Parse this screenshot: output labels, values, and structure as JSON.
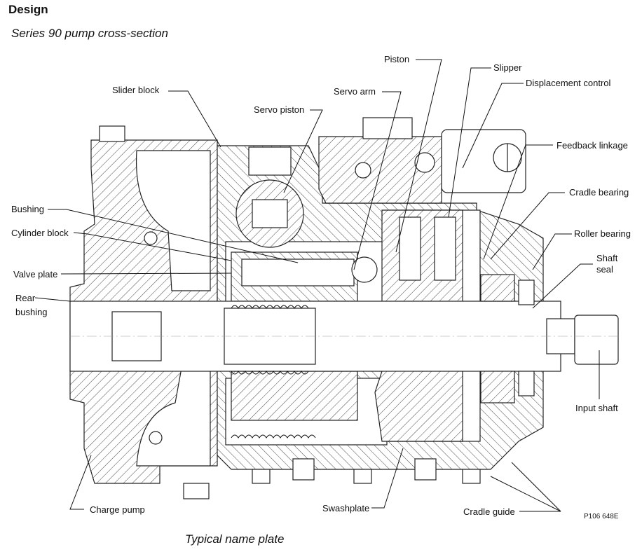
{
  "header": {
    "title": "Design",
    "subtitle": "Series 90 pump cross-section"
  },
  "footer": {
    "caption": "Typical name plate",
    "figure_code": "P106 648E"
  },
  "labels": {
    "slider_block": "Slider block",
    "servo_piston": "Servo piston",
    "servo_arm": "Servo arm",
    "piston": "Piston",
    "slipper": "Slipper",
    "displacement_control": "Displacement control",
    "feedback_linkage": "Feedback linkage",
    "cradle_bearing": "Cradle bearing",
    "roller_bearing": "Roller bearing",
    "shaft_seal": "Shaft\nseal",
    "input_shaft": "Input shaft",
    "bushing": "Bushing",
    "cylinder_block": "Cylinder block",
    "valve_plate": "Valve plate",
    "rear_bushing": "Rear\nbushing",
    "charge_pump": "Charge pump",
    "swashplate": "Swashplate",
    "cradle_guide": "Cradle guide"
  }
}
